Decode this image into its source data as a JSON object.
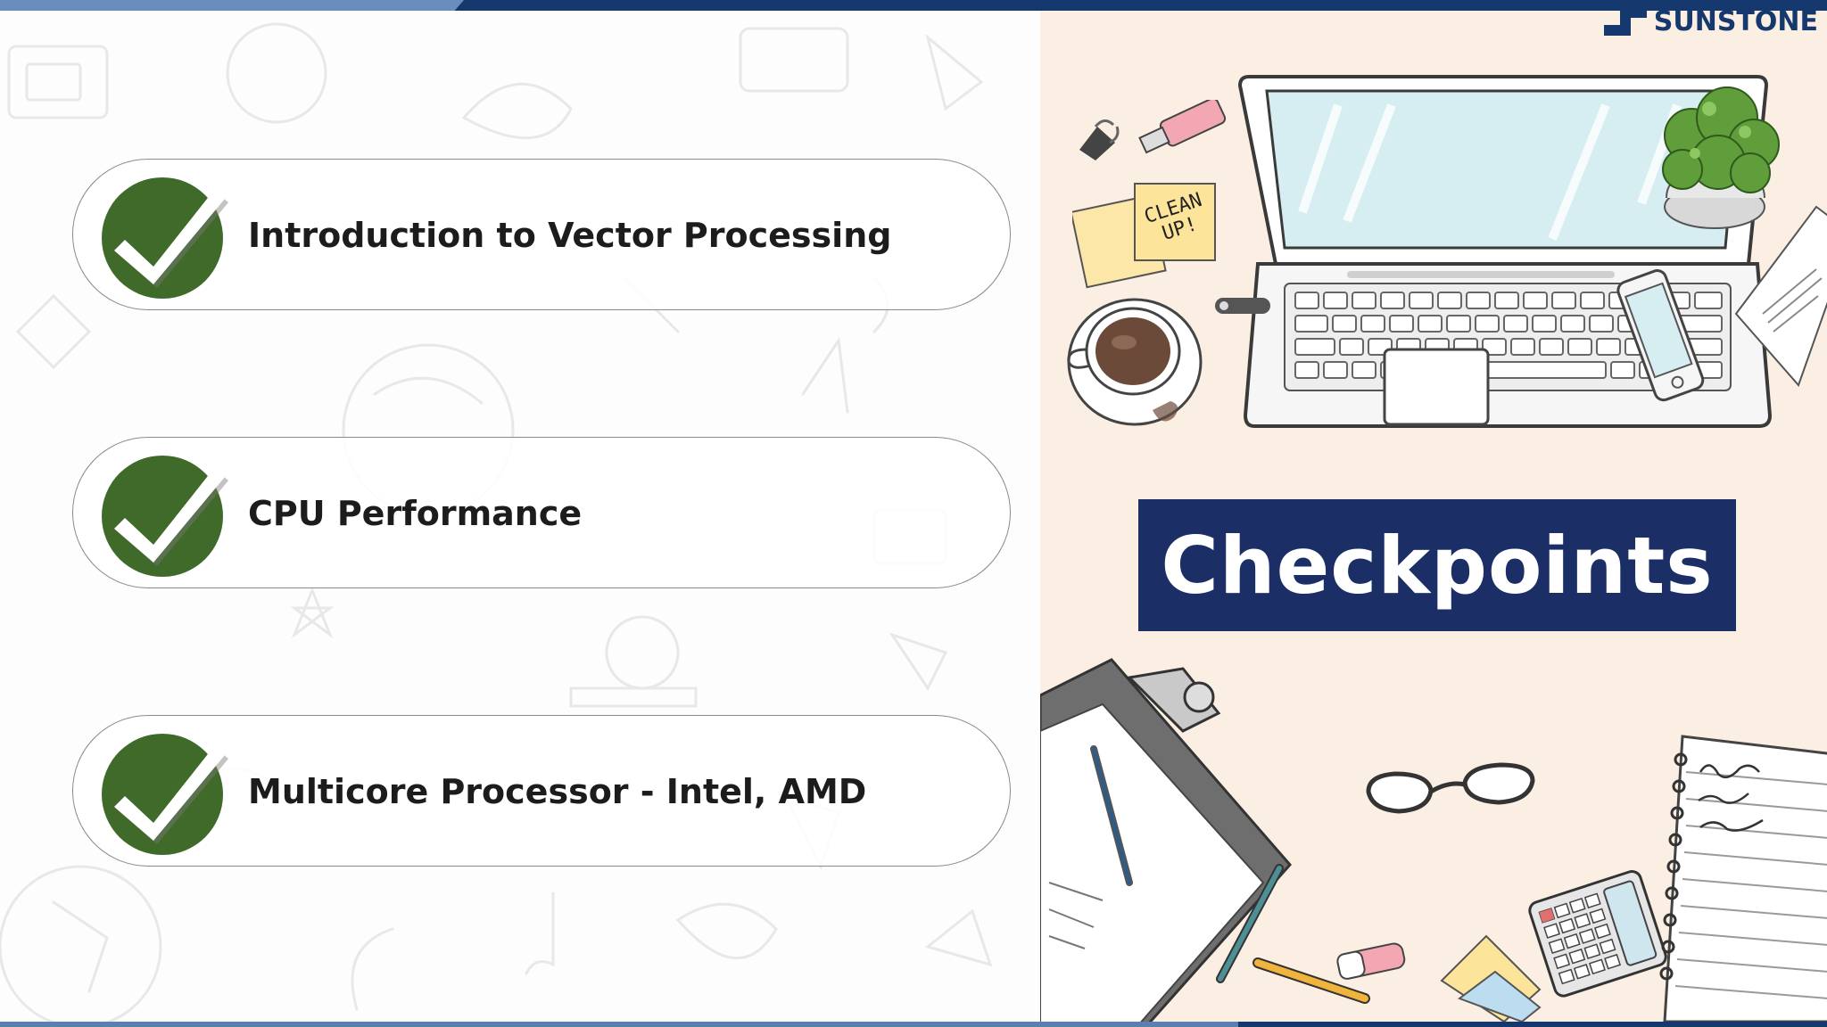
{
  "brand": {
    "logo_text": "SUNSTONE",
    "primary_color": "#15386e",
    "accent_light": "#6a8dbd",
    "panel_color": "#fbefe4",
    "check_color": "#3f6a2a"
  },
  "checkpoints": [
    {
      "label": "Introduction to Vector Processing",
      "icon": "checkmark-icon"
    },
    {
      "label": "CPU Performance",
      "icon": "checkmark-icon"
    },
    {
      "label": "Multicore Processor - Intel, AMD",
      "icon": "checkmark-icon"
    }
  ],
  "title": "Checkpoints",
  "sticky_note": {
    "line1": "CLEAN",
    "line2": "UP!"
  }
}
